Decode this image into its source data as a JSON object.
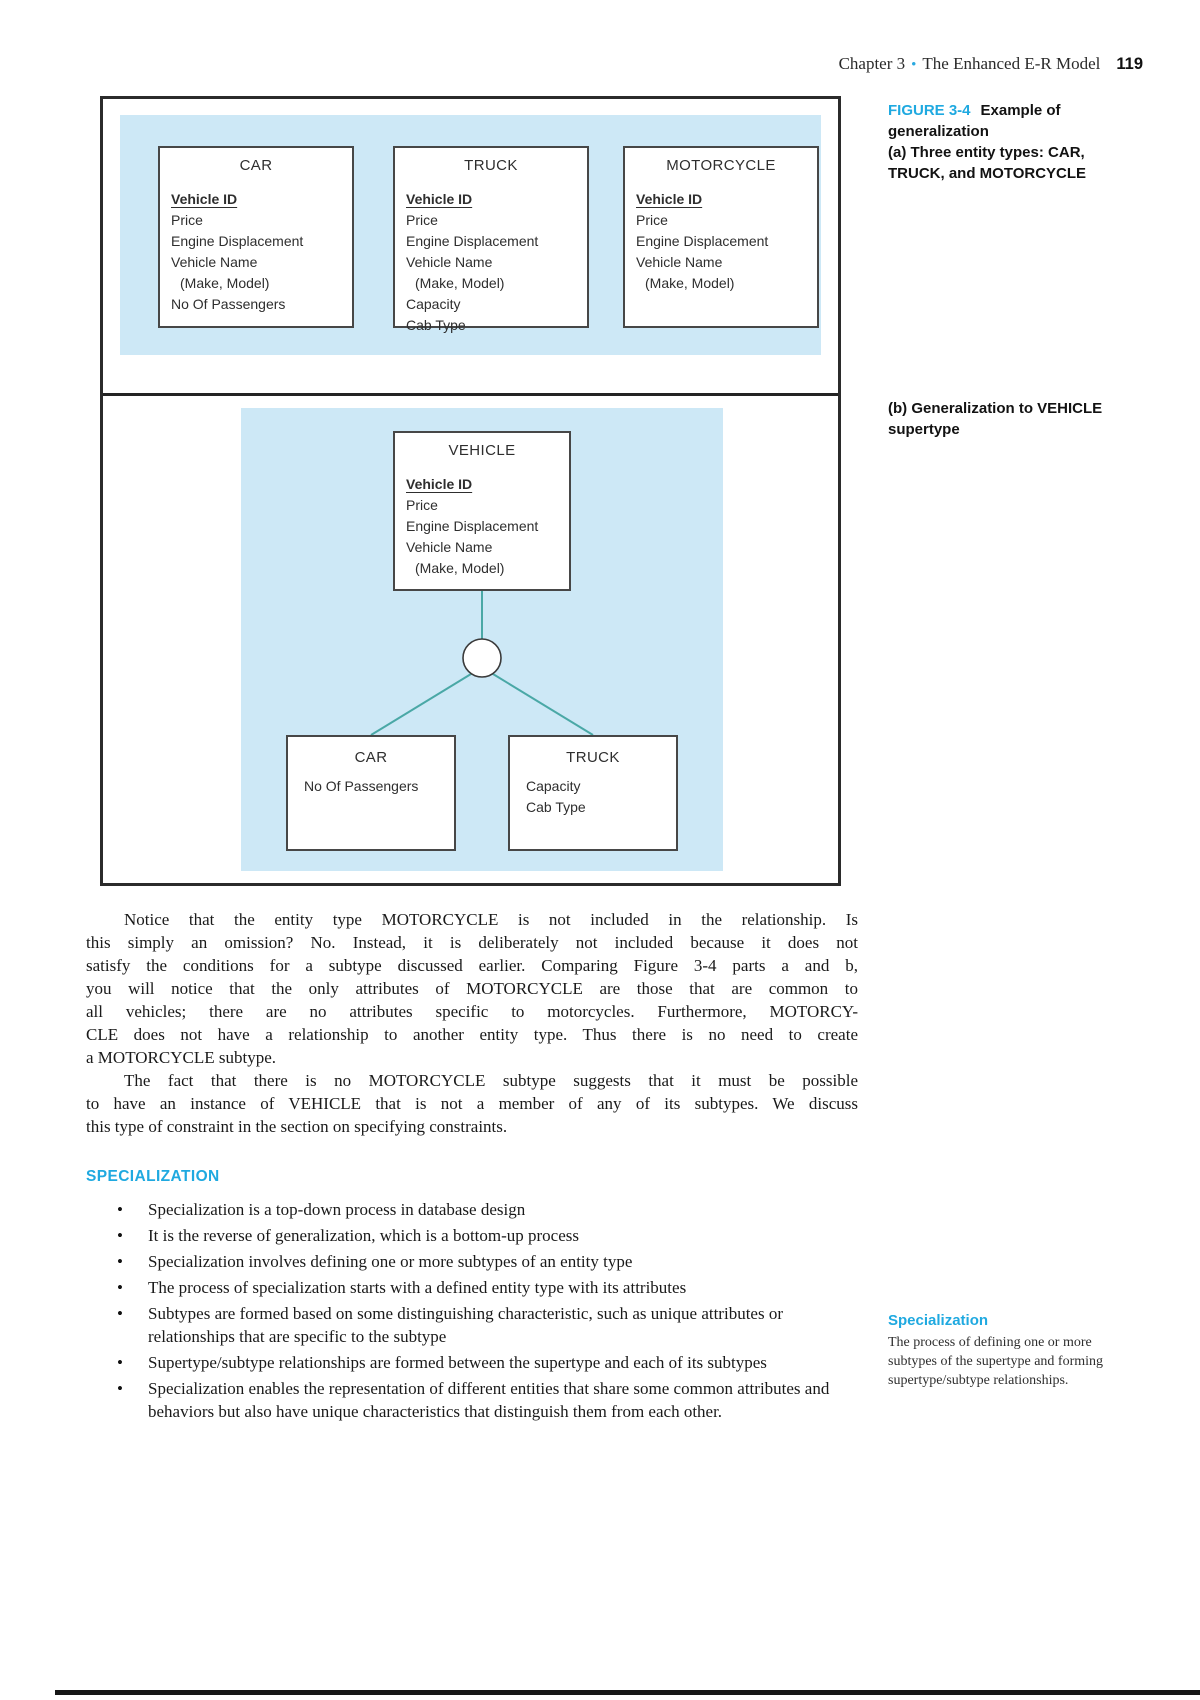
{
  "header": {
    "chapter": "Chapter 3",
    "separator": "•",
    "title": "The Enhanced E-R Model",
    "page_number": "119"
  },
  "figure": {
    "caption": {
      "label": "FIGURE 3-4",
      "title": "Example of generalization",
      "part_a": "(a) Three entity types: CAR, TRUCK, and MOTORCYCLE",
      "part_b": "(b) Generalization to VEHICLE supertype"
    },
    "part_a_entities": [
      {
        "name": "CAR",
        "key": "Vehicle ID",
        "attributes": [
          "Price",
          "Engine Displacement",
          "Vehicle Name",
          "(Make, Model)",
          "No Of Passengers"
        ]
      },
      {
        "name": "TRUCK",
        "key": "Vehicle ID",
        "attributes": [
          "Price",
          "Engine Displacement",
          "Vehicle Name",
          "(Make, Model)",
          "Capacity",
          "Cab Type"
        ]
      },
      {
        "name": "MOTORCYCLE",
        "key": "Vehicle ID",
        "attributes": [
          "Price",
          "Engine Displacement",
          "Vehicle Name",
          "(Make, Model)"
        ]
      }
    ],
    "part_b": {
      "supertype": {
        "name": "VEHICLE",
        "key": "Vehicle ID",
        "attributes": [
          "Price",
          "Engine Displacement",
          "Vehicle Name",
          "(Make, Model)"
        ]
      },
      "subtypes": [
        {
          "name": "CAR",
          "attributes": [
            "No Of Passengers"
          ]
        },
        {
          "name": "TRUCK",
          "attributes": [
            "Capacity",
            "Cab Type"
          ]
        }
      ]
    }
  },
  "body": {
    "paragraph1_lines": [
      "Notice that the entity type MOTORCYCLE is not included in the relationship. Is",
      "this simply an omission? No. Instead, it is deliberately not included because it does not",
      "satisfy the conditions for a subtype discussed earlier. Comparing Figure 3-4 parts a and b,",
      "you will notice that the only attributes of MOTORCYCLE are those that are common to",
      "all vehicles; there are no attributes specific to motorcycles. Furthermore, MOTORCY-",
      "CLE does not have a relationship to another entity type. Thus there is no need to create",
      "a MOTORCYCLE subtype."
    ],
    "paragraph2_lines": [
      "The fact that there is no MOTORCYCLE subtype suggests that it must be possible",
      "to have an instance of VEHICLE that is not a member of any of its subtypes. We discuss",
      "this type of constraint in the section on specifying constraints."
    ],
    "section_heading": "SPECIALIZATION",
    "bullets": [
      "Specialization is a top-down process in database design",
      "It is the reverse of generalization, which is a bottom-up process",
      "Specialization involves defining one or more subtypes of an entity type",
      "The process of specialization starts with a defined entity type with its attributes",
      "Subtypes are formed based on some distinguishing characteristic, such as unique attributes or relationships that are specific to the subtype",
      "Supertype/subtype relationships are formed between the supertype and each of its subtypes",
      "Specialization enables the representation of different entities that share some common attributes and behaviors but also have unique characteristics that distinguish them from each other."
    ]
  },
  "margin_note": {
    "term": "Specialization",
    "definition": "The process of defining one or more subtypes of the supertype and forming supertype/subtype relationships."
  },
  "colors": {
    "accent_cyan": "#1fa9e0",
    "figure_panel_blue": "#cde8f6",
    "connector_teal": "#4aa8a6"
  }
}
